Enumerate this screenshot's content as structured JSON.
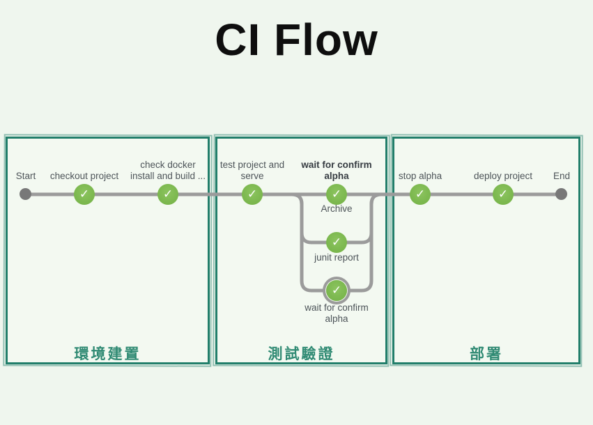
{
  "title": "CI Flow",
  "colors": {
    "background": "#eff6ee",
    "box_fill": "#f3f9f1",
    "box_border": "#217e6a",
    "stage_caption": "#2f8a73",
    "line": "#9b9b9b",
    "node_success_green": "#7cb84f",
    "terminal_dot_gray": "#787878",
    "step_text": "#4c5358"
  },
  "icons": {
    "check": "✓"
  },
  "pipeline": {
    "start_label": "Start",
    "end_label": "End",
    "stages": [
      {
        "name": "環境建置",
        "steps": [
          {
            "label": "checkout project",
            "status": "success"
          },
          {
            "label": "check docker install and build ...",
            "status": "success"
          }
        ]
      },
      {
        "name": "測試驗證",
        "steps": [
          {
            "label": "test project and serve",
            "status": "success"
          },
          {
            "label": "wait for confirm alpha",
            "status": "success",
            "branches": [
              {
                "label": "Archive",
                "status": "success"
              },
              {
                "label": "junit report",
                "status": "success"
              },
              {
                "label": "wait for confirm alpha",
                "status": "success",
                "selected": true
              }
            ]
          }
        ]
      },
      {
        "name": "部署",
        "steps": [
          {
            "label": "stop alpha",
            "status": "success"
          },
          {
            "label": "deploy project",
            "status": "success"
          }
        ]
      }
    ]
  }
}
